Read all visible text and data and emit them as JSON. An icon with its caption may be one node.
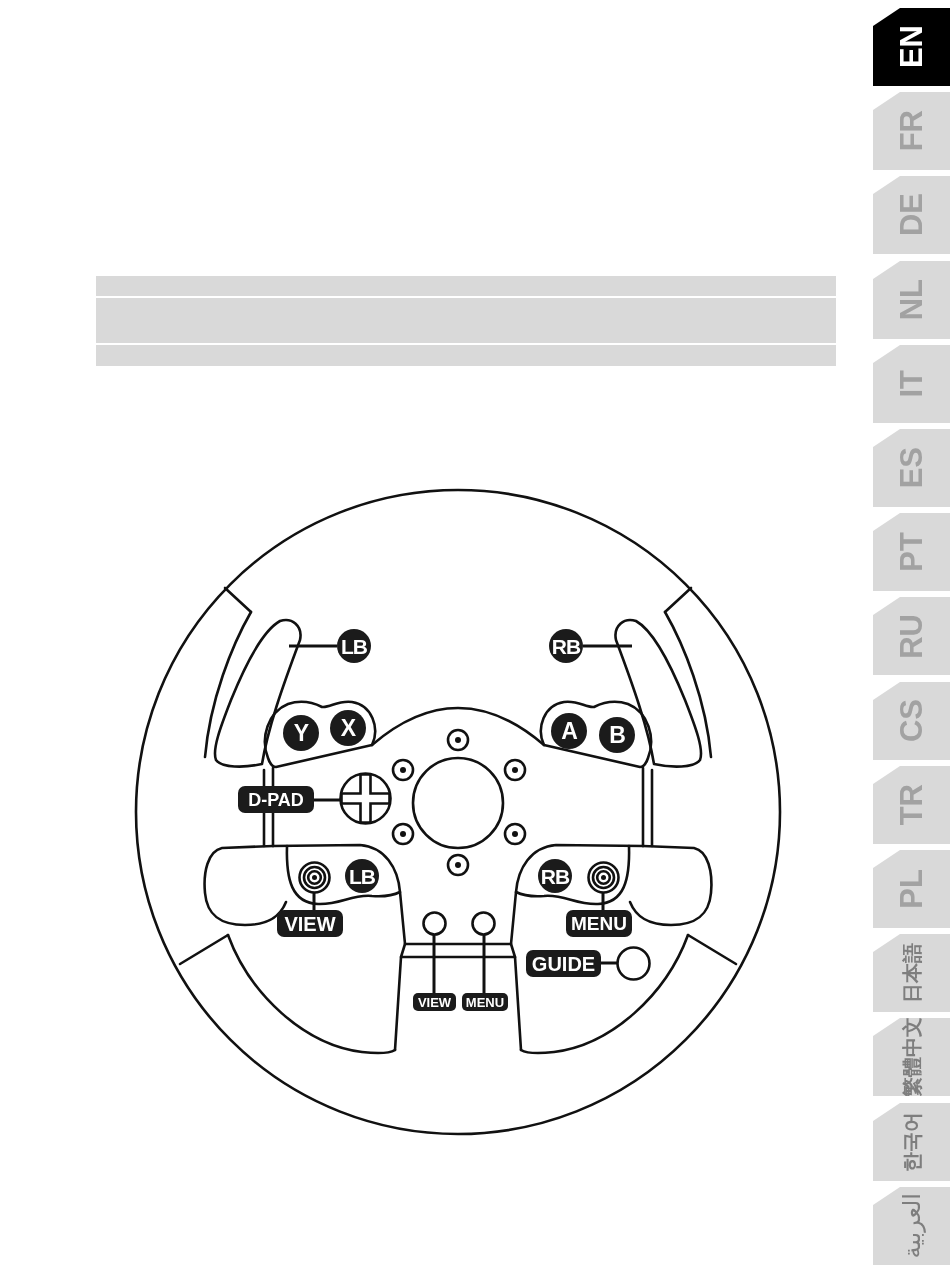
{
  "diagram": {
    "nodes": [
      {
        "text": [
          "EN"
        ]
      },
      {
        "text": [
          "FR"
        ]
      },
      {
        "text": [
          "DE"
        ]
      },
      {
        "text": [
          "NL"
        ]
      },
      {
        "text": [
          "IT"
        ]
      },
      {
        "text": [
          "ES"
        ]
      },
      {
        "text": [
          "PT"
        ]
      },
      {
        "text": [
          "RU"
        ]
      },
      {
        "text": [
          "CS"
        ]
      },
      {
        "text": [
          "TR"
        ]
      },
      {
        "text": [
          "PL"
        ]
      },
      {
        "text": [
          "日本語"
        ]
      },
      {
        "text": [
          "繁體中文"
        ]
      },
      {
        "text": [
          "한국어"
        ]
      },
      {
        "text": [
          "العربية"
        ]
      },
      {
        "text": [],
        "shape": "bar"
      },
      {
        "text": [],
        "shape": "bar"
      },
      {
        "text": [],
        "shape": "bar"
      },
      {
        "text": [
          "LB"
        ]
      },
      {
        "text": [
          "RB"
        ]
      },
      {
        "text": [
          "Y"
        ]
      },
      {
        "text": [
          "X"
        ]
      },
      {
        "text": [
          "A"
        ]
      },
      {
        "text": [
          "B"
        ]
      },
      {
        "text": [
          "D-PAD"
        ]
      },
      {
        "text": [],
        "shape": "circle"
      },
      {
        "text": [],
        "shape": "circle"
      },
      {
        "text": [
          "LB"
        ]
      },
      {
        "text": [
          "RB"
        ]
      },
      {
        "text": [],
        "shape": "circle"
      },
      {
        "text": [
          "VIEW"
        ]
      },
      {
        "text": [
          "MENU"
        ]
      },
      {
        "text": [],
        "shape": "circle"
      },
      {
        "text": [],
        "shape": "circle"
      },
      {
        "text": [
          "GUIDE"
        ]
      },
      {
        "text": [],
        "shape": "circle"
      },
      {
        "text": [
          "VIEW"
        ]
      },
      {
        "text": [
          "MENU"
        ]
      }
    ],
    "edges": [
      {
        "from": 18,
        "to": null,
        "arrow": "none"
      },
      {
        "from": 19,
        "to": null,
        "arrow": "none"
      },
      {
        "from": 24,
        "to": 25,
        "arrow": "none"
      },
      {
        "from": 30,
        "to": 26,
        "arrow": "none"
      },
      {
        "from": 31,
        "to": 29,
        "arrow": "none"
      },
      {
        "from": 36,
        "to": 32,
        "arrow": "none"
      },
      {
        "from": 37,
        "to": 33,
        "arrow": "none"
      },
      {
        "from": 34,
        "to": 35,
        "arrow": "none"
      }
    ]
  }
}
